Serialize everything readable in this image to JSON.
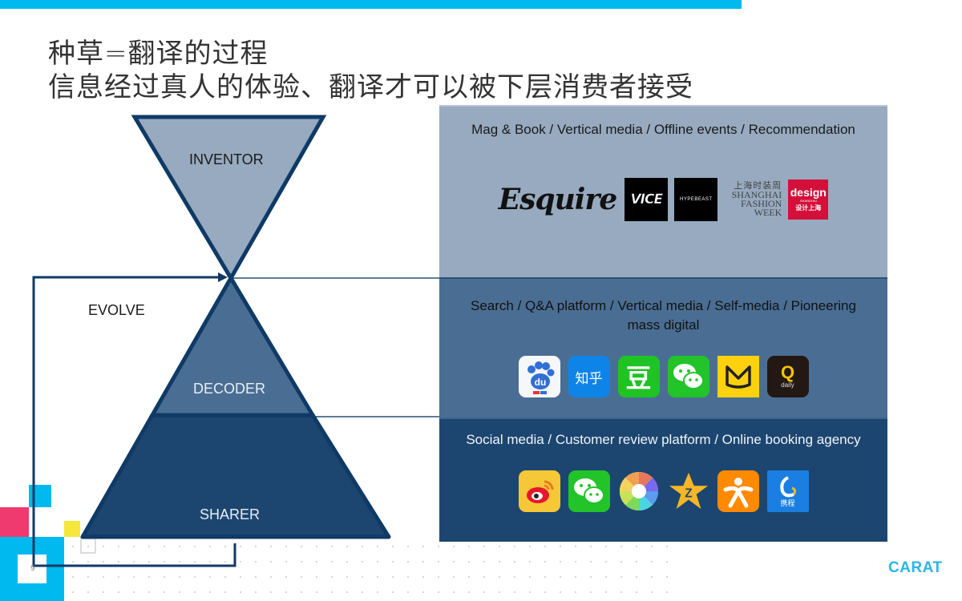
{
  "title": {
    "line1": "种草=翻译的过程",
    "line2": "信息经过真人的体验、翻译才可以被下层消费者接受"
  },
  "diagram": {
    "inventor_label": "INVENTOR",
    "decoder_label": "DECODER",
    "sharer_label": "SHARER",
    "evolve_label": "EVOLVE",
    "colors": {
      "inventor": "#97aabf",
      "decoder": "#4a6e93",
      "sharer": "#1c4670",
      "outline": "#0f3a66"
    }
  },
  "panels": [
    {
      "caption": "Mag & Book / Vertical media / Offline events / Recommendation",
      "logos": [
        "Esquire",
        "VICE",
        "HYPEBEAST",
        "上海时装周 SHANGHAI FASHION WEEK",
        "design SHANGHAI 设计上海"
      ]
    },
    {
      "caption": "Search / Q&A platform / Vertical media / Self-media / Pioneering mass digital",
      "logos": [
        "Baidu",
        "知乎",
        "豆",
        "WeChat",
        "Mafengwo",
        "Q daily"
      ]
    },
    {
      "caption": "Social media / Customer review platform / Online booking agency",
      "logos": [
        "Weibo",
        "WeChat",
        "Camera360",
        "Qzone",
        "Dianping",
        "携程"
      ]
    }
  ],
  "logo_text": {
    "esquire": "Esquire",
    "vice": "VICE",
    "hypebeast": "HYPEBEAST",
    "sfw_cn": "上海时装周",
    "sfw_1": "SHANGHAI",
    "sfw_2": "FASHION",
    "sfw_3": "WEEK",
    "design_1": "design",
    "design_2": "SHANGHAI",
    "design_3": "设计上海",
    "baidu": "du",
    "zhihu": "知乎",
    "douban": "豆",
    "qdaily_q": "Q",
    "qdaily_t": "daily",
    "ctrip": "携程"
  },
  "footer": {
    "page_number": "9",
    "brand": "CARAT"
  },
  "accent_colors": {
    "top_bar": "#00b9ef",
    "pink": "#ee3a6e",
    "yellow": "#f6e73a",
    "cyan": "#00b9ef"
  }
}
